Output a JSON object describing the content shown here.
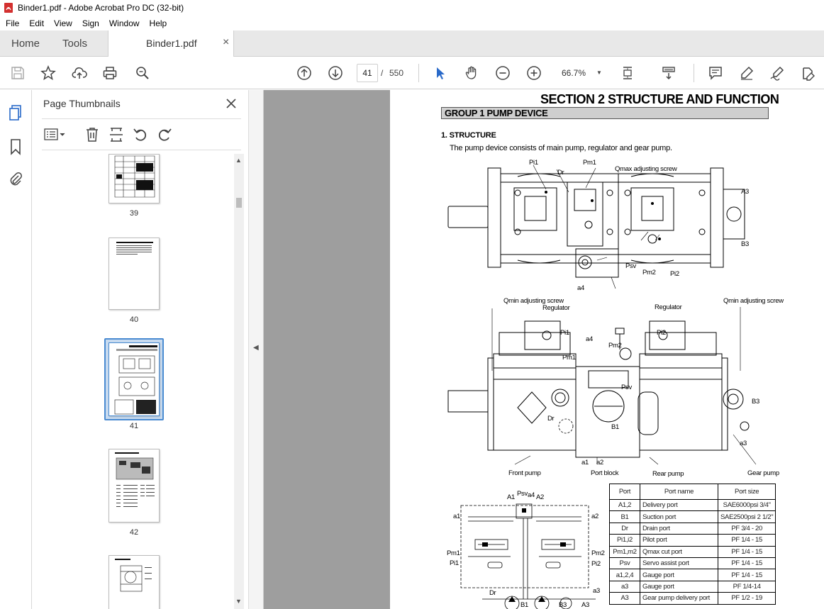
{
  "window": {
    "title": "Binder1.pdf - Adobe Acrobat Pro DC (32-bit)"
  },
  "menu": [
    "File",
    "Edit",
    "View",
    "Sign",
    "Window",
    "Help"
  ],
  "tabs": {
    "home": "Home",
    "tools": "Tools",
    "document": "Binder1.pdf",
    "close_glyph": "×"
  },
  "toolbar": {
    "current_page": "41",
    "page_separator": "/",
    "total_pages": "550",
    "zoom": "66.7%"
  },
  "panel": {
    "title": "Page Thumbnails",
    "thumbnails": [
      {
        "label": "39"
      },
      {
        "label": "40"
      },
      {
        "label": "41",
        "selected": true
      },
      {
        "label": "42"
      }
    ]
  },
  "document": {
    "section_title": "SECTION  2  STRUCTURE AND FUNCTION",
    "group_title": "GROUP  1  PUMP DEVICE",
    "heading": "1. STRUCTURE",
    "intro": "The pump device consists of main pump, regulator and gear pump.",
    "top_labels": {
      "pi1": "Pi1",
      "dr": "Dr",
      "pm1": "Pm1",
      "qmax": "Qmax adjusting screw",
      "a3": "A3",
      "b3": "B3",
      "psv": "Psv",
      "pm2": "Pm2",
      "pi2": "Pi2",
      "a4": "a4"
    },
    "mid_labels": {
      "qmin_left": "Qmin adjusting screw",
      "regulator_left": "Regulator",
      "regulator_right": "Regulator",
      "qmin_right": "Qmin adjusting screw",
      "pi1": "Pi1",
      "pm1": "Pm1",
      "a4": "a4",
      "pm2": "Pm2",
      "pi2": "Pi2",
      "psv": "Psv",
      "b3": "B3",
      "dr": "Dr",
      "b1": "B1",
      "a3": "a3",
      "a1": "a1",
      "a2": "a2",
      "front_pump": "Front pump",
      "port_block": "Port block",
      "rear_pump": "Rear pump",
      "gear_pump": "Gear pump"
    },
    "circuit_labels": {
      "a1_top": "A1",
      "psv": "Psv",
      "a4": "a4",
      "a2_top": "A2",
      "a1": "a1",
      "a2": "a2",
      "pm1": "Pm1",
      "pi1": "Pi1",
      "pm2": "Pm2",
      "pi2": "Pi2",
      "dr": "Dr",
      "a3": "a3",
      "b1": "B1",
      "b3": "B3",
      "a3_bottom": "A3"
    },
    "port_table": {
      "headers": [
        "Port",
        "Port name",
        "Port size"
      ],
      "rows": [
        [
          "A1,2",
          "Delivery port",
          "SAE6000psi 3/4\""
        ],
        [
          "B1",
          "Suction port",
          "SAE2500psi 2 1/2\""
        ],
        [
          "Dr",
          "Drain port",
          "PF 3/4 - 20"
        ],
        [
          "Pi1,i2",
          "Pilot port",
          "PF 1/4 - 15"
        ],
        [
          "Pm1,m2",
          "Qmax cut port",
          "PF 1/4 - 15"
        ],
        [
          "Psv",
          "Servo assist port",
          "PF 1/4 - 15"
        ],
        [
          "a1,2,4",
          "Gauge port",
          "PF 1/4 - 15"
        ],
        [
          "a3",
          "Gauge port",
          "PF 1/4-14"
        ],
        [
          "A3",
          "Gear pump delivery port",
          "PF 1/2 - 19"
        ]
      ]
    }
  }
}
